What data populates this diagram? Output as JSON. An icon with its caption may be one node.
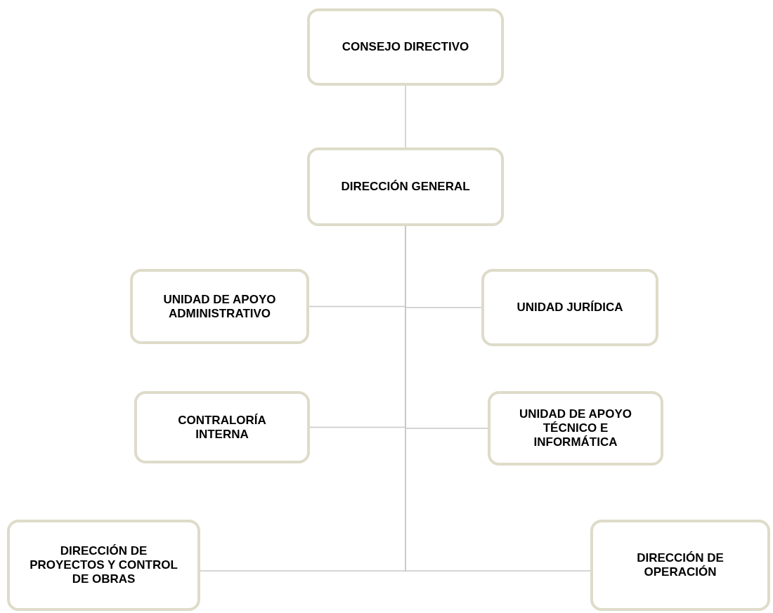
{
  "diagram": {
    "nodes": [
      {
        "text": [
          "CONSEJO DIRECTIVO"
        ]
      },
      {
        "text": [
          "DIRECCIÓN GENERAL"
        ]
      },
      {
        "text": [
          "UNIDAD DE APOYO ADMINISTRATIVO"
        ]
      },
      {
        "text": [
          "UNIDAD JURÍDICA"
        ]
      },
      {
        "text": [
          "CONTRALORÍA INTERNA"
        ]
      },
      {
        "text": [
          "UNIDAD DE APOYO TÉCNICO E INFORMÁTICA"
        ]
      },
      {
        "text": [
          "DIRECCIÓN DE PROYECTOS Y CONTROL DE OBRAS"
        ]
      },
      {
        "text": [
          "DIRECCIÓN DE OPERACIÓN"
        ]
      }
    ],
    "edges": [
      {
        "from": 0,
        "to": 1,
        "arrow": "none"
      },
      {
        "from": 1,
        "to": 2,
        "arrow": "none"
      },
      {
        "from": 1,
        "to": 3,
        "arrow": "none"
      },
      {
        "from": 1,
        "to": 4,
        "arrow": "none"
      },
      {
        "from": 1,
        "to": 5,
        "arrow": "none"
      },
      {
        "from": 1,
        "to": 6,
        "arrow": "none"
      },
      {
        "from": 1,
        "to": 7,
        "arrow": "none"
      }
    ]
  }
}
